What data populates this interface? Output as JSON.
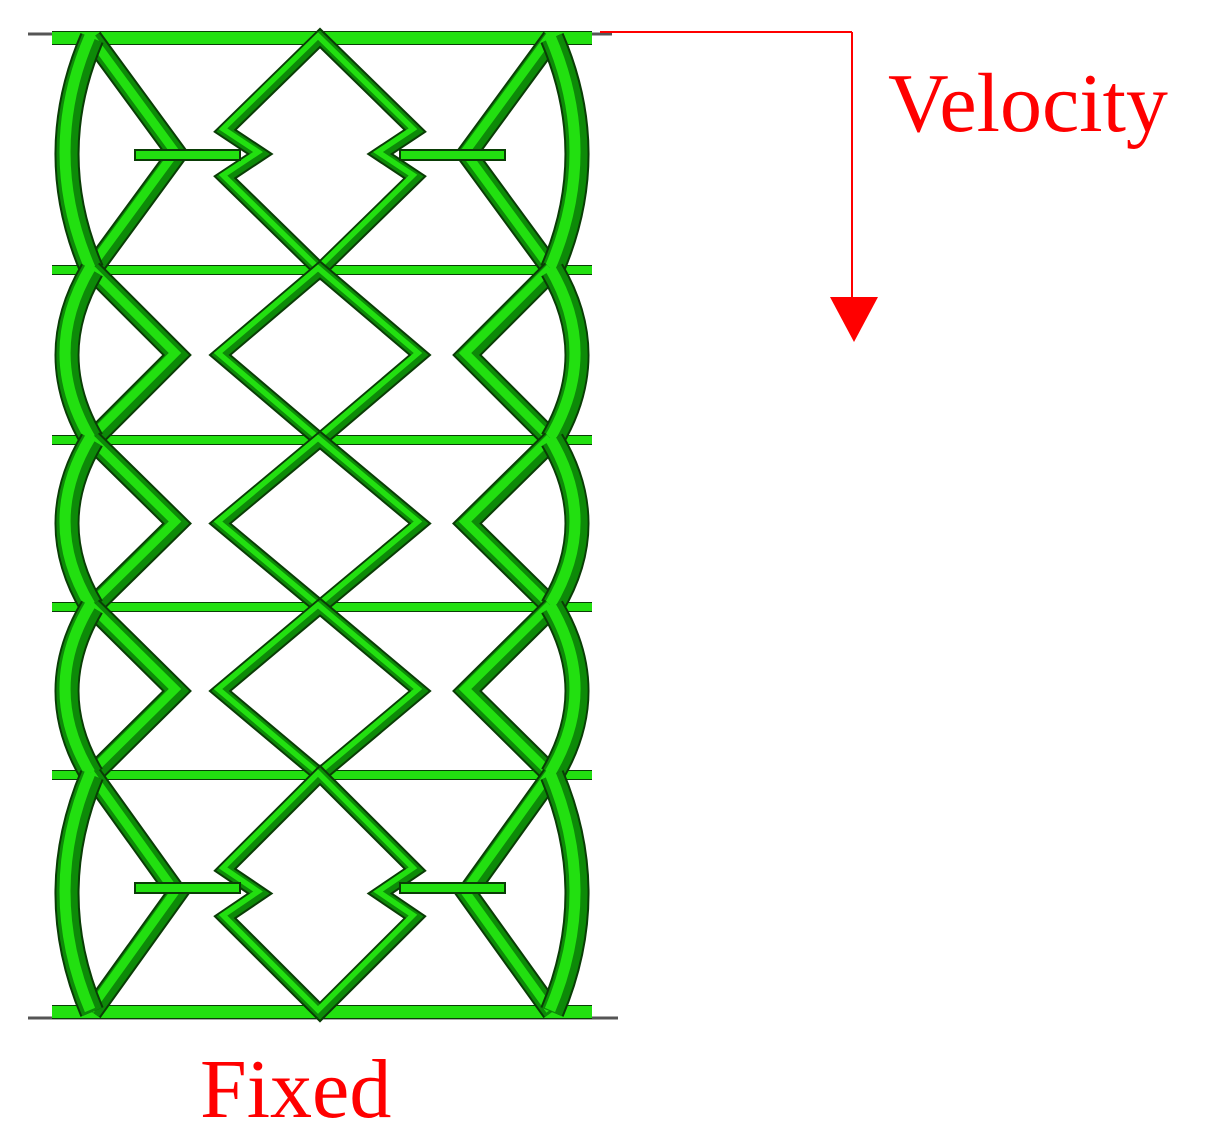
{
  "labels": {
    "velocity": "Velocity",
    "fixed": "Fixed"
  },
  "colors": {
    "label": "#ff0000",
    "arrow": "#ff0000",
    "strut_light": "#22e010",
    "strut_dark": "#0d8a08",
    "strut_edge": "#0a3d06",
    "plate": "#555555"
  },
  "structure": {
    "description_icon": "lattice-structure-icon",
    "layers": 5,
    "columns": 3
  }
}
